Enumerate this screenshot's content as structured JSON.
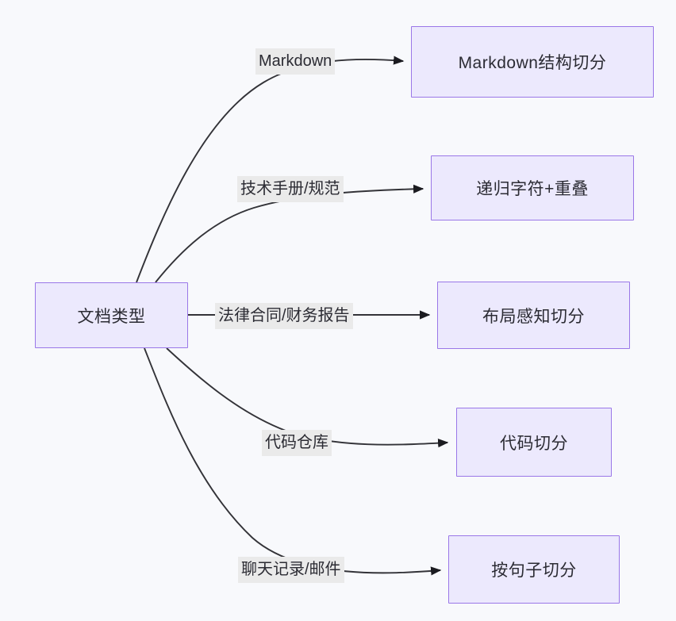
{
  "diagram": {
    "type": "flowchart",
    "orientation": "left-to-right",
    "background_color": "#f8f9fc",
    "node_fill_color": "#ece9fd",
    "node_border_color": "#9a77e8",
    "label_background_color": "#eaeaea",
    "text_color": "#2b2b33",
    "edge_color": "#333338",
    "source": {
      "id": "doc-type",
      "label": "文档类型"
    },
    "targets": [
      {
        "id": "markdown-structure-split",
        "label": "Markdown结构切分"
      },
      {
        "id": "recursive-char-overlap",
        "label": "递归字符+重叠"
      },
      {
        "id": "layout-aware-split",
        "label": "布局感知切分"
      },
      {
        "id": "code-split",
        "label": "代码切分"
      },
      {
        "id": "sentence-split",
        "label": "按句子切分"
      }
    ],
    "edge_labels": [
      {
        "id": "edge-label-markdown",
        "label": "Markdown"
      },
      {
        "id": "edge-label-tech-spec",
        "label": "技术手册/规范"
      },
      {
        "id": "edge-label-legal-fin",
        "label": "法律合同/财务报告"
      },
      {
        "id": "edge-label-code-repo",
        "label": "代码仓库"
      },
      {
        "id": "edge-label-chat-mail",
        "label": "聊天记录/邮件"
      }
    ]
  }
}
